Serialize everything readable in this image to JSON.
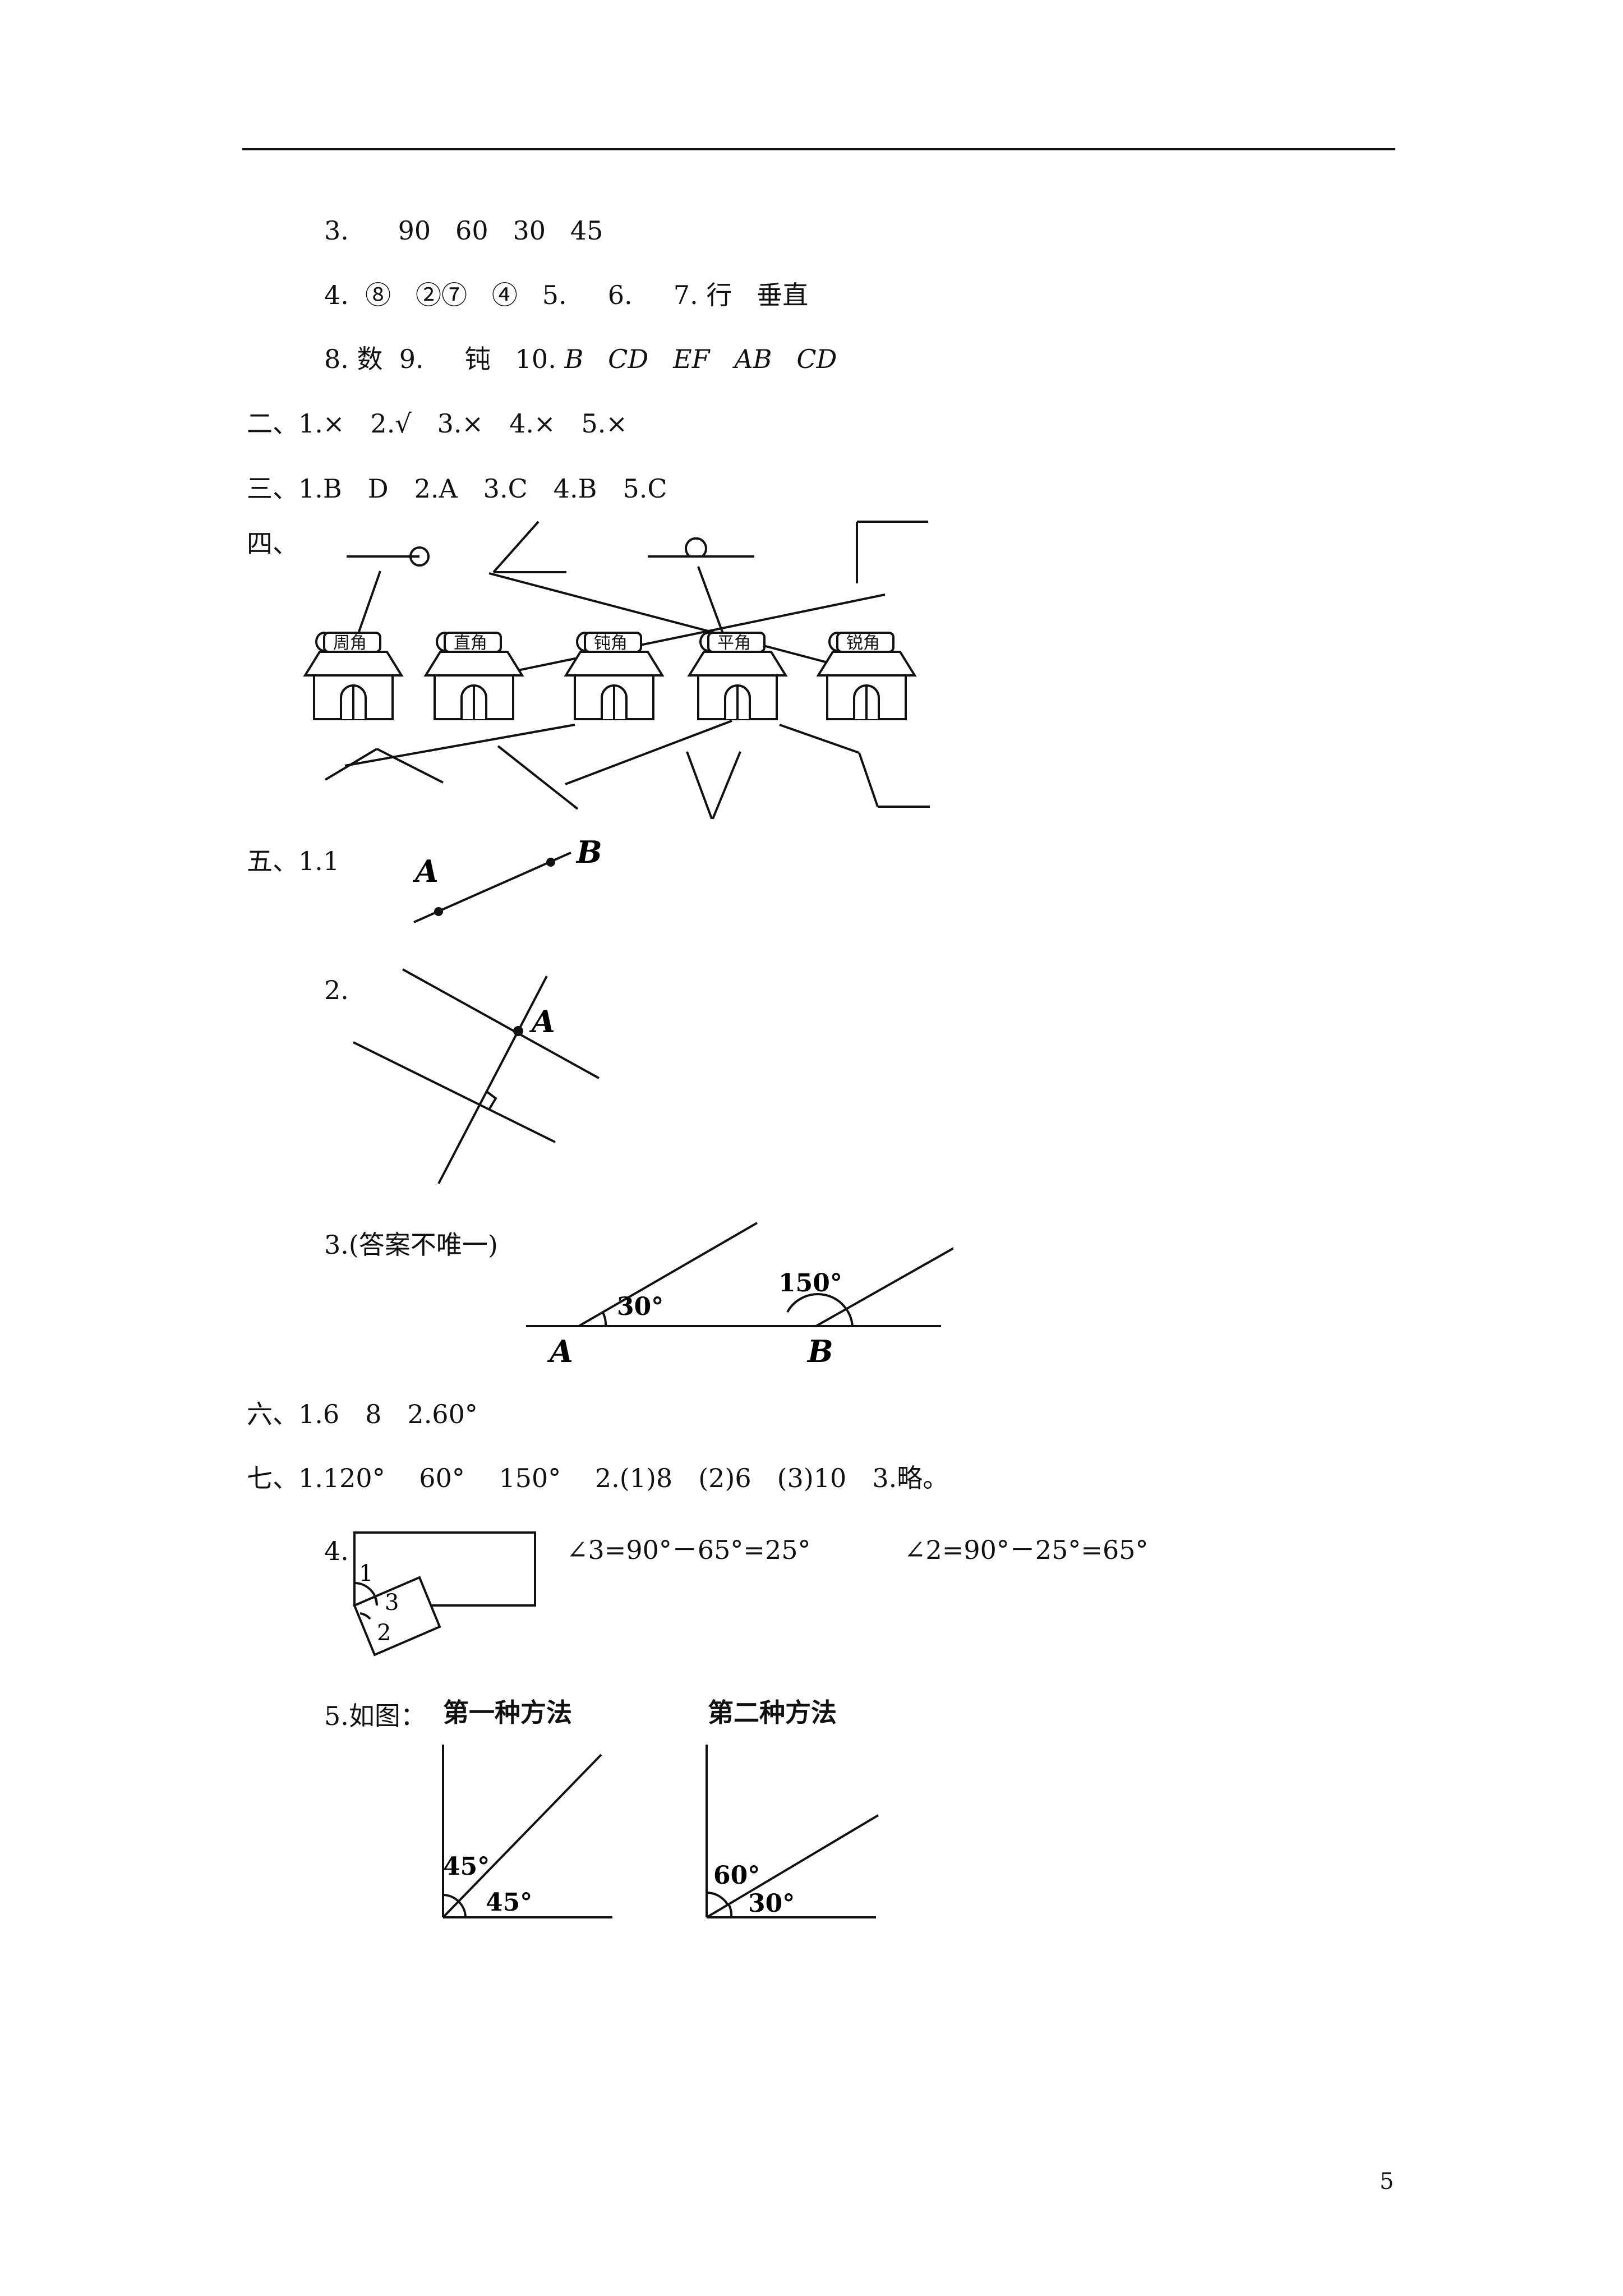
{
  "part1": {
    "l3": {
      "n": "3.",
      "a": "90",
      "b": "60",
      "c": "30",
      "d": "45"
    },
    "l4": {
      "n": "4.",
      "a": "⑧",
      "b": "②⑦",
      "c": "④",
      "n5": "5.",
      "n6": "6.",
      "n7": "7.",
      "d": "行",
      "e": "垂直"
    },
    "l8": {
      "n": "8.",
      "a": "数",
      "n9": "9.",
      "b": "钝",
      "n10": "10.",
      "c": "B",
      "d": "CD",
      "e": "EF",
      "f": "AB",
      "g": "CD"
    }
  },
  "part2": "二、1.×　2.√　3.×　4.×　5.×",
  "part3": "三、1.B　D　2.A　3.C　4.B　5.C",
  "part4": {
    "label": "四、",
    "houses": [
      "周角",
      "直角",
      "钝角",
      "平角",
      "锐角"
    ]
  },
  "part5": {
    "label": "五、1.1",
    "q1": {
      "A": "A",
      "B": "B"
    },
    "q2": {
      "n": "2.",
      "A": "A"
    },
    "q3": {
      "text": "3.(答案不唯一)",
      "ang1": "30°",
      "ang2": "150°",
      "A": "A",
      "B": "B"
    }
  },
  "part6": "六、1.6　8　2.60°",
  "part7": {
    "line1": "七、1.120°　 60°　 150°　 2.(1)8　(2)6　(3)10　3.略。",
    "q4": {
      "n": "4.",
      "eq1": "∠3=90°－65°=25°",
      "eq2": "∠2=90°－25°=65°",
      "m1": "1",
      "m2": "2",
      "m3": "3"
    },
    "q5": {
      "n": "5.如图：",
      "m1": "第一种方法",
      "m2": "第二种方法",
      "a1": "45°",
      "a2": "45°",
      "b1": "60°",
      "b2": "30°"
    }
  },
  "page_number": "5"
}
